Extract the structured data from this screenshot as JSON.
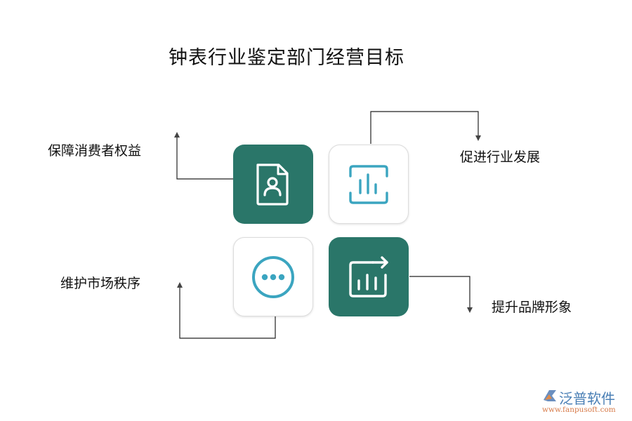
{
  "title": "钟表行业鉴定部门经营目标",
  "goals": [
    {
      "label": "保障消费者权益",
      "icon": "document-user-icon",
      "tile_style": "dark"
    },
    {
      "label": "促进行业发展",
      "icon": "scan-chart-icon",
      "tile_style": "light"
    },
    {
      "label": "维护市场秩序",
      "icon": "more-dots-icon",
      "tile_style": "light"
    },
    {
      "label": "提升品牌形象",
      "icon": "chart-export-icon",
      "tile_style": "dark"
    }
  ],
  "colors": {
    "dark_tile": "#2a7669",
    "light_tile": "#ffffff",
    "light_icon": "#3ba5c0",
    "dark_icon": "#ffffff",
    "connector": "#222222"
  },
  "watermark": {
    "brand": "泛普软件",
    "url": "www.fanpusoft.com"
  }
}
